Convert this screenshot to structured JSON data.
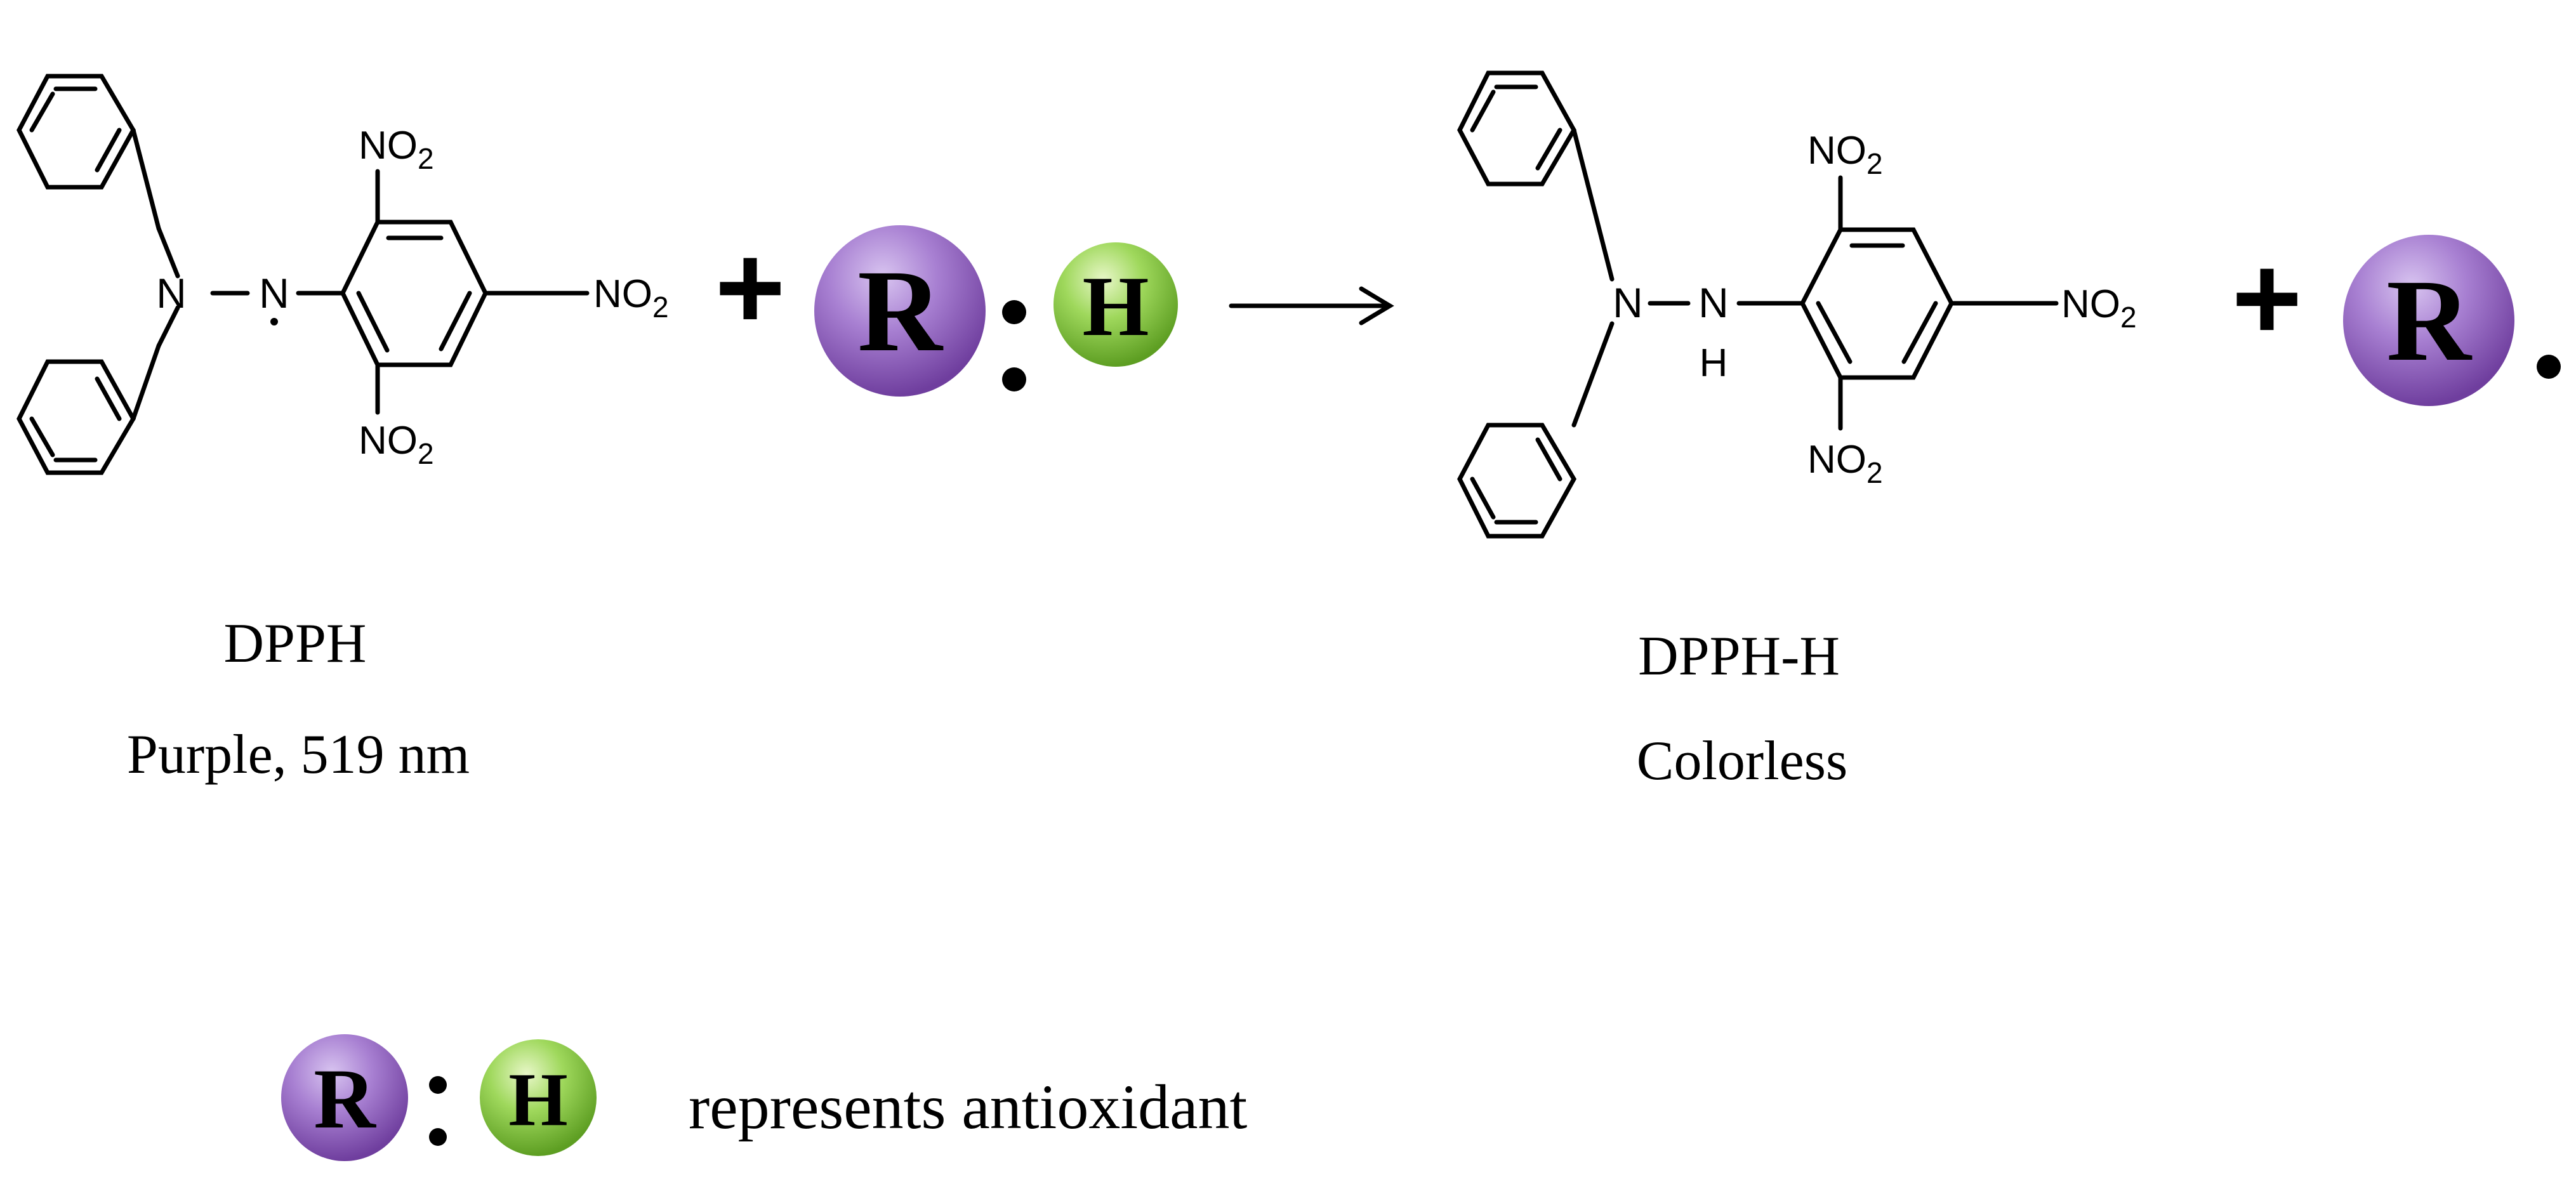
{
  "reactant": {
    "name": "DPPH",
    "description": "Purple, 519 nm",
    "groups": {
      "amine_n": "N",
      "radical_n": "N",
      "nitro_top": "NO2",
      "nitro_para": "NO2",
      "nitro_bottom": "NO2"
    }
  },
  "product": {
    "name": "DPPH-H",
    "description": "Colorless",
    "groups": {
      "amine_n": "N",
      "hydrazine_n": "N",
      "hydrazine_h": "H",
      "nitro_top": "NO2",
      "nitro_para": "NO2",
      "nitro_bottom": "NO2"
    }
  },
  "operators": {
    "plus": "+"
  },
  "antioxidant": {
    "r_label": "R",
    "h_label": "H"
  },
  "radical_product": {
    "r_label": "R"
  },
  "legend": {
    "r_label": "R",
    "h_label": "H",
    "text": "represents antioxidant"
  },
  "colors": {
    "purple_ball": "#9b6cc4",
    "green_ball": "#8cc84b",
    "ink": "#000000"
  }
}
